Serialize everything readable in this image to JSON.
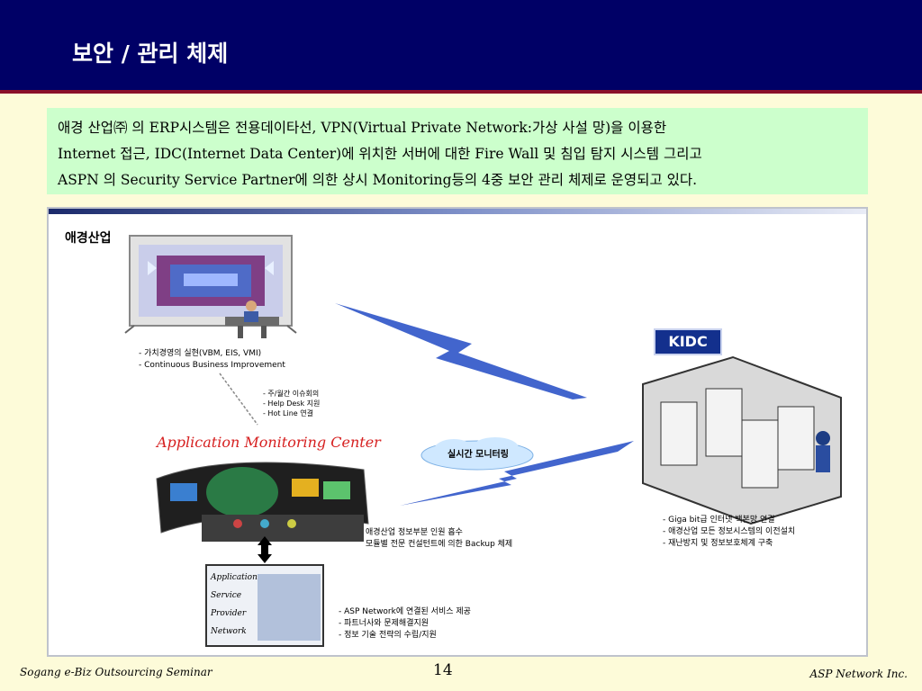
{
  "slide": {
    "title": "보안 / 관리 체제",
    "body_lines": [
      "애경 산업㈜ 의 ERP시스템은 전용데이타선, VPN(Virtual Private Network:가상 사설 망)을 이용한",
      "Internet 접근,  IDC(Internet Data Center)에 위치한 서버에 대한 Fire Wall 및 침입 탐지 시스템 그리고",
      "ASPN 의 Security Service Partner에 의한 상시 Monitoring등의 4중 보안 관리 체제로 운영되고 있다."
    ]
  },
  "diagram": {
    "company_label": "애경산업",
    "erp_notes": [
      "- 가치경영의 실현(VBM, EIS, VMI)",
      "- Continuous Business Improvement"
    ],
    "meeting_notes": [
      "- 주/월간 이슈회의",
      "- Help Desk 지원",
      "- Hot Line 연결"
    ],
    "amc_label": "Application Monitoring Center",
    "cloud_label": "실시간 모니터링",
    "kidc_label": "KIDC",
    "backup_notes": [
      "애경산업 정보부분 인원 흡수",
      "모듈별 전문 컨설턴트에 의한 Backup 체제"
    ],
    "kidc_notes": [
      "- Giga bit급 인터넷 백본망 연결",
      "- 애경산업 모든 정보시스템의 이전설치",
      "- 재난방지 및 정보보호체계 구축"
    ],
    "asp_lines": [
      "Application",
      "Service",
      "Provider",
      "Network"
    ],
    "asp_notes": [
      "- ASP Network에 연결된 서비스 제공",
      "- 파트너사와 문제해결지원",
      "- 정보 기술 전략의 수립/지원"
    ]
  },
  "footer": {
    "left": "Sogang e-Biz Outsourcing Seminar",
    "page": "14",
    "right": "ASP Network Inc."
  }
}
